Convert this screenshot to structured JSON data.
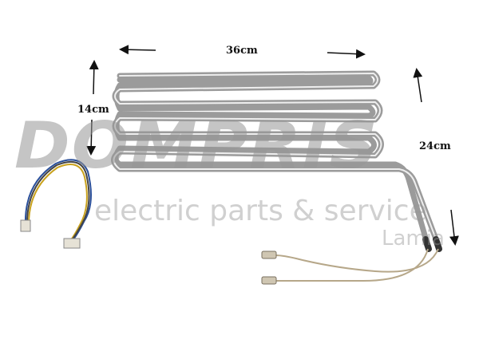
{
  "dimensions": {
    "width_label": "36cm",
    "height_label": "14cm",
    "depth_label": "24cm"
  },
  "watermark": {
    "brand": "DOMPRIS",
    "tagline": "electric parts & service",
    "city": "Lamia"
  },
  "colors": {
    "tube": "#a9a9a9",
    "tube_highlight": "#e8e8e8",
    "wire_blue": "#2a4f9a",
    "wire_yellow": "#c9a21e",
    "lead_wire": "#b8a890",
    "watermark": "#969696"
  }
}
